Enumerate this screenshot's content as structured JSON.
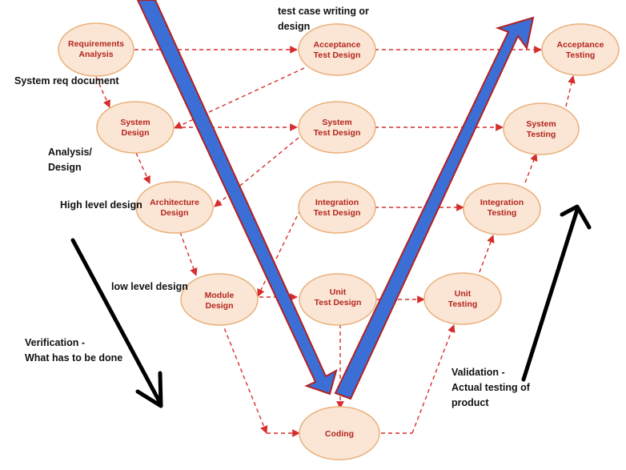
{
  "colors": {
    "node_fill": "#fbe6d6",
    "node_stroke": "#e9b07a",
    "node_text": "#b3261e",
    "dashed_arrow": "#d62d2d",
    "big_arrow_fill": "#3c6fd6",
    "big_arrow_outline": "#b22020",
    "black_arrow": "#000000"
  },
  "nodes": {
    "requirements_analysis": [
      "Requirements",
      "Analysis"
    ],
    "system_design": [
      "System",
      "Design"
    ],
    "architecture_design": [
      "Architecture",
      "Design"
    ],
    "module_design": [
      "Module",
      "Design"
    ],
    "acceptance_test_design": [
      "Acceptance",
      "Test Design"
    ],
    "system_test_design": [
      "System",
      "Test Design"
    ],
    "integration_test_design": [
      "Integration",
      "Test Design"
    ],
    "unit_test_design": [
      "Unit",
      "Test Design"
    ],
    "coding": [
      "Coding"
    ],
    "acceptance_testing": [
      "Acceptance",
      "Testing"
    ],
    "system_testing": [
      "System",
      "Testing"
    ],
    "integration_testing": [
      "Integration",
      "Testing"
    ],
    "unit_testing": [
      "Unit",
      "Testing"
    ]
  },
  "annotations": {
    "test_case": [
      "test case writing or",
      "design"
    ],
    "system_req": [
      "System req document"
    ],
    "analysis_design": [
      "Analysis/",
      "Design"
    ],
    "high_level": [
      "High level design"
    ],
    "low_level": [
      "low level design"
    ],
    "verification": [
      "Verification -",
      "What has to be done"
    ],
    "validation": [
      "Validation -",
      "Actual testing of",
      "product"
    ]
  }
}
